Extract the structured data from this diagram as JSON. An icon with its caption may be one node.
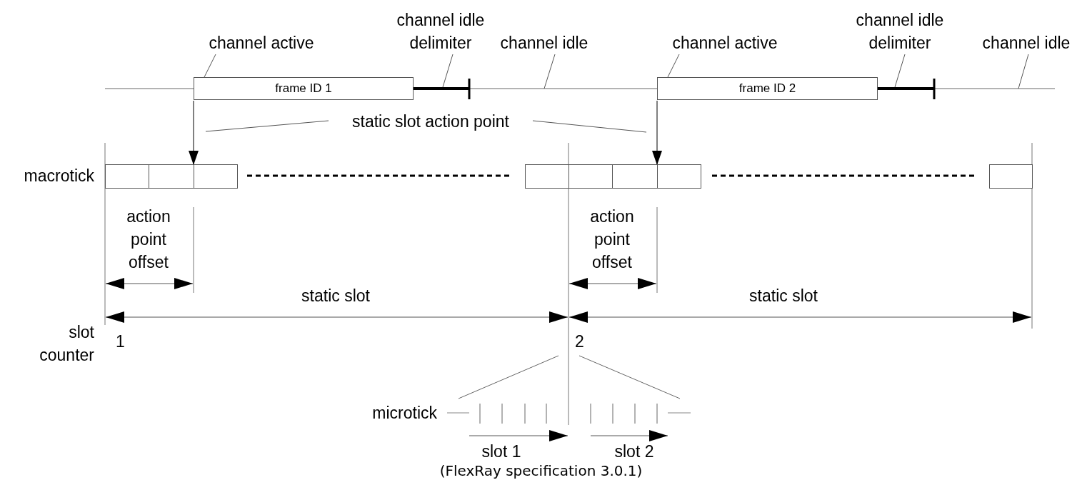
{
  "diagram": {
    "caption": "(FlexRay specification 3.0.1)",
    "nodes": [
      {
        "text": [
          "channel active"
        ]
      },
      {
        "text": [
          "frame ID 1"
        ]
      },
      {
        "text": [
          "channel idle delimiter"
        ]
      },
      {
        "text": [],
        "shape": "bar"
      },
      {
        "text": [
          "channel idle"
        ]
      },
      {
        "text": [
          "channel active"
        ]
      },
      {
        "text": [
          "frame ID 2"
        ]
      },
      {
        "text": [
          "channel idle delimiter"
        ]
      },
      {
        "text": [],
        "shape": "bar"
      },
      {
        "text": [
          "channel idle"
        ]
      },
      {
        "text": [
          "static slot action point"
        ]
      },
      {
        "text": [],
        "shape": "box"
      },
      {
        "text": [],
        "shape": "box"
      },
      {
        "text": [],
        "shape": "box"
      },
      {
        "text": [],
        "shape": "box"
      },
      {
        "text": [],
        "shape": "box"
      },
      {
        "text": [],
        "shape": "box"
      },
      {
        "text": [],
        "shape": "box"
      },
      {
        "text": [],
        "shape": "box"
      }
    ],
    "edges": [
      {
        "from": 0,
        "to": 1,
        "arrow": "none"
      },
      {
        "from": 2,
        "to": 3,
        "arrow": "none"
      },
      {
        "from": 4,
        "to": null,
        "arrow": "none"
      },
      {
        "from": 5,
        "to": 6,
        "arrow": "none"
      },
      {
        "from": 7,
        "to": 8,
        "arrow": "none"
      },
      {
        "from": 9,
        "to": null,
        "arrow": "none"
      },
      {
        "from": 1,
        "to": 13,
        "arrow": "to"
      },
      {
        "from": 6,
        "to": 17,
        "arrow": "to"
      },
      {
        "from": 10,
        "to": null,
        "arrow": "none"
      },
      {
        "from": 10,
        "to": null,
        "arrow": "none"
      }
    ],
    "labels": [
      "macrotick",
      "action point offset",
      "action point offset",
      "static slot",
      "static slot",
      "slot counter",
      "1",
      "2",
      "microtick",
      "slot 1",
      "slot 2"
    ]
  }
}
